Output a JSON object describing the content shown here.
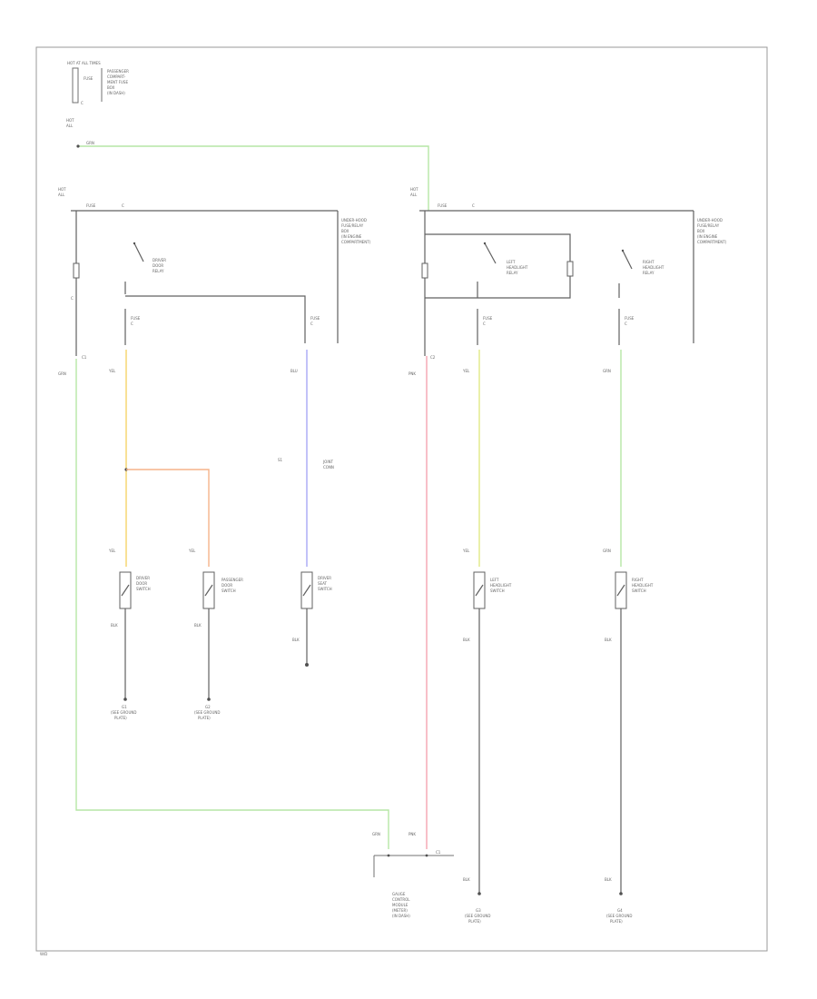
{
  "colors": {
    "green": "#b6e6a6",
    "yellow": "#f6d46a",
    "orange": "#f6b48a",
    "blue": "#a8a8f4",
    "pink": "#f4a4b0",
    "lime": "#e2ea86",
    "wire": "#606060"
  },
  "labels": {
    "top_fuse": "HOT AT ALL TIMES",
    "top_fuse_id": "FUSE",
    "top_fuse_note1": "PASSENGER",
    "top_fuse_note2": "COMPART-",
    "top_fuse_note3": "MENT FUSE",
    "top_fuse_note4": "BOX",
    "top_fuse_note5": "(IN DASH)",
    "top_pin": "C",
    "left_hot": "HOT",
    "left_hot2": "ALL",
    "right_hot": "HOT",
    "right_hot2": "ALL",
    "fuse_box_left1": "UNDER-HOOD",
    "fuse_box_left2": "FUSE/RELAY",
    "fuse_box_left3": "BOX",
    "fuse_box_left4": "(IN ENGINE",
    "fuse_box_left5": "COMPARTMENT)",
    "fuse_box_right1": "UNDER-HOOD",
    "fuse_box_right2": "FUSE/RELAY",
    "fuse_box_right3": "BOX",
    "fuse_box_right4": "(IN ENGINE",
    "fuse_box_right5": "COMPARTMENT)",
    "relay_left1": "DRIVER",
    "relay_left2": "DOOR",
    "relay_left3": "RELAY",
    "relay_mid1": "LEFT",
    "relay_mid2": "HEADLIGHT",
    "relay_mid3": "RELAY",
    "relay_right1": "RIGHT",
    "relay_right2": "HEADLIGHT",
    "relay_right3": "RELAY",
    "connector_c1": "C1",
    "connector_c2": "C2",
    "wire_grn": "GRN",
    "wire_yel": "YEL",
    "wire_blu": "BLU",
    "wire_pnk": "PNK",
    "wire_blk": "BLK",
    "splice": "S1",
    "join_note1": "JOINT",
    "join_note2": "CONN",
    "sw_dr1": "DRIVER",
    "sw_dr2": "DOOR",
    "sw_dr3": "SWITCH",
    "sw_ps1": "PASSENGER",
    "sw_ps2": "DOOR",
    "sw_ps3": "SWITCH",
    "sw_rr1": "DRIVER",
    "sw_rr2": "SEAT",
    "sw_rr3": "SWITCH",
    "sw_lh1": "LEFT",
    "sw_lh2": "HEADLIGHT",
    "sw_lh3": "SWITCH",
    "sw_rh1": "RIGHT",
    "sw_rh2": "HEADLIGHT",
    "sw_rh3": "SWITCH",
    "gnd_1": "G1",
    "gnd_1b": "(SEE GROUND",
    "gnd_1c": "PLATE)",
    "gnd_2": "G2",
    "gnd_2b": "(SEE GROUND",
    "gnd_2c": "PLATE)",
    "gnd_3": "G3",
    "gnd_3b": "(SEE GROUND",
    "gnd_3c": "PLATE)",
    "gnd_4": "G4",
    "gnd_4b": "(SEE GROUND",
    "gnd_4c": "PLATE)",
    "unit1": "GAUGE",
    "unit2": "CONTROL",
    "unit3": "MODULE",
    "unit4": "(METER)",
    "unit5": "(IN DASH)",
    "footer": "W/D"
  }
}
